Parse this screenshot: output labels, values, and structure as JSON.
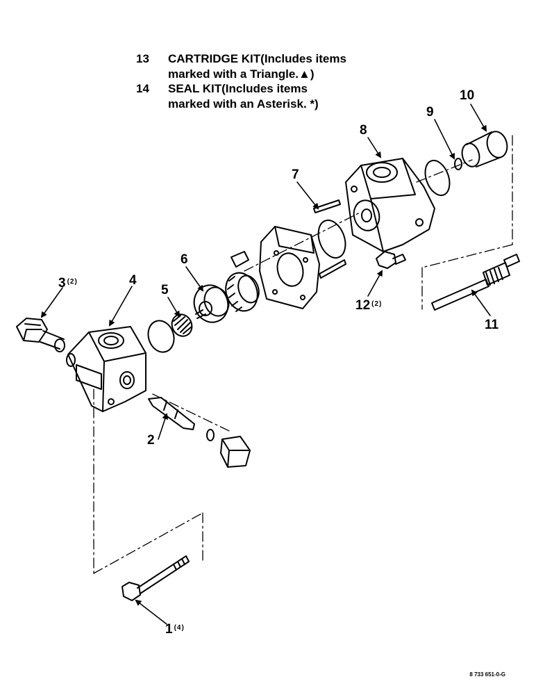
{
  "legend": [
    {
      "num": "13",
      "line1": "CARTRIDGE KIT(Includes items",
      "line2": "marked with a Triangle.▲)"
    },
    {
      "num": "14",
      "line1": "SEAL KIT(Includes items",
      "line2": "marked with an Asterisk. *)"
    }
  ],
  "callouts": {
    "c1": {
      "num": "1",
      "qty": "(4)"
    },
    "c2": {
      "num": "2",
      "qty": ""
    },
    "c3": {
      "num": "3",
      "qty": "(2)"
    },
    "c4": {
      "num": "4",
      "qty": ""
    },
    "c5": {
      "num": "5",
      "qty": ""
    },
    "c6": {
      "num": "6",
      "qty": ""
    },
    "c7": {
      "num": "7",
      "qty": ""
    },
    "c8": {
      "num": "8",
      "qty": ""
    },
    "c9": {
      "num": "9",
      "qty": ""
    },
    "c10": {
      "num": "10",
      "qty": ""
    },
    "c11": {
      "num": "11",
      "qty": ""
    },
    "c12": {
      "num": "12",
      "qty": "(2)"
    }
  },
  "figure_id": "8 733 651-0-G"
}
